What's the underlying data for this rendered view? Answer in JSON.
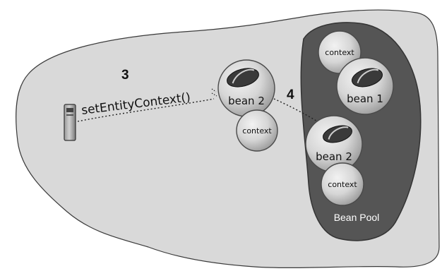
{
  "labels": {
    "step3": "3",
    "step4": "4",
    "method_call": "setEntityContext()",
    "pool_name": "Bean Pool"
  },
  "beans": {
    "moving_bean": "bean 2",
    "moving_context": "context",
    "pool_context_top": "context",
    "pool_bean_1": "bean 1",
    "pool_bean_2": "bean 2",
    "pool_context_bottom": "context"
  },
  "colors": {
    "background_blob": "#d9d9d9",
    "pool": "#555555",
    "sphere_light": "#e6e6e6",
    "sphere_dark": "#a8a8a8",
    "outline": "#4a4a4a"
  }
}
